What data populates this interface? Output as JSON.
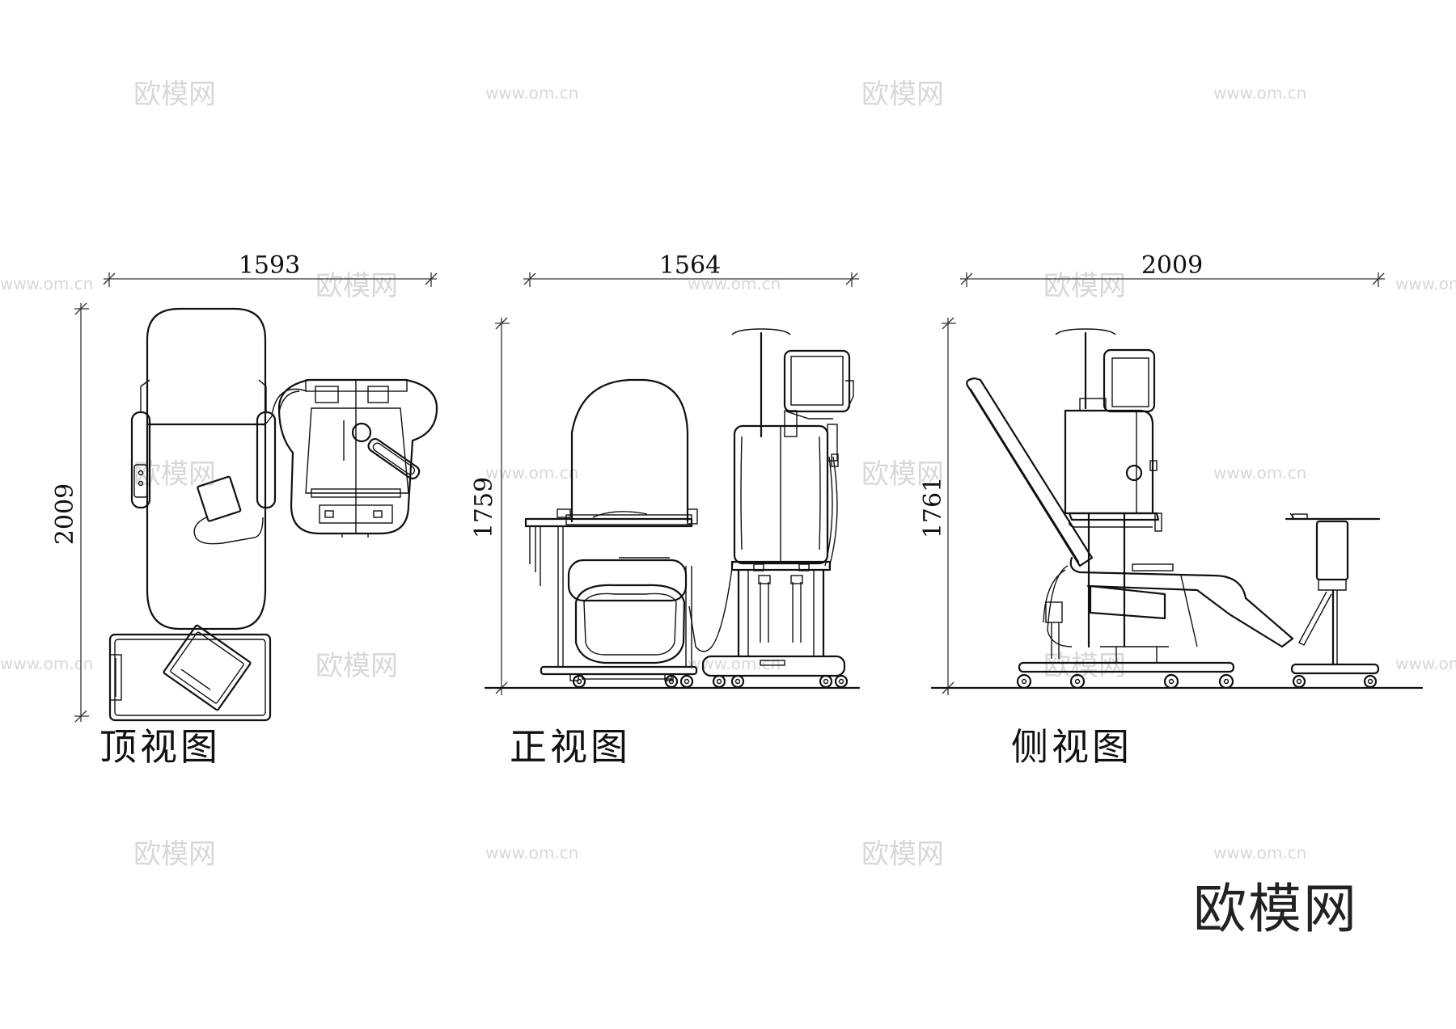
{
  "views": [
    {
      "id": "top",
      "title": "顶视图",
      "width_dim": "1593",
      "height_dim": "2009"
    },
    {
      "id": "front",
      "title": "正视图",
      "width_dim": "1564",
      "height_dim": "1759"
    },
    {
      "id": "side",
      "title": "侧视图",
      "width_dim": "2009",
      "height_dim": "1761"
    }
  ],
  "watermark": {
    "brand": "欧模网",
    "url": "www.om.cn"
  },
  "brand_logo": "欧模网"
}
